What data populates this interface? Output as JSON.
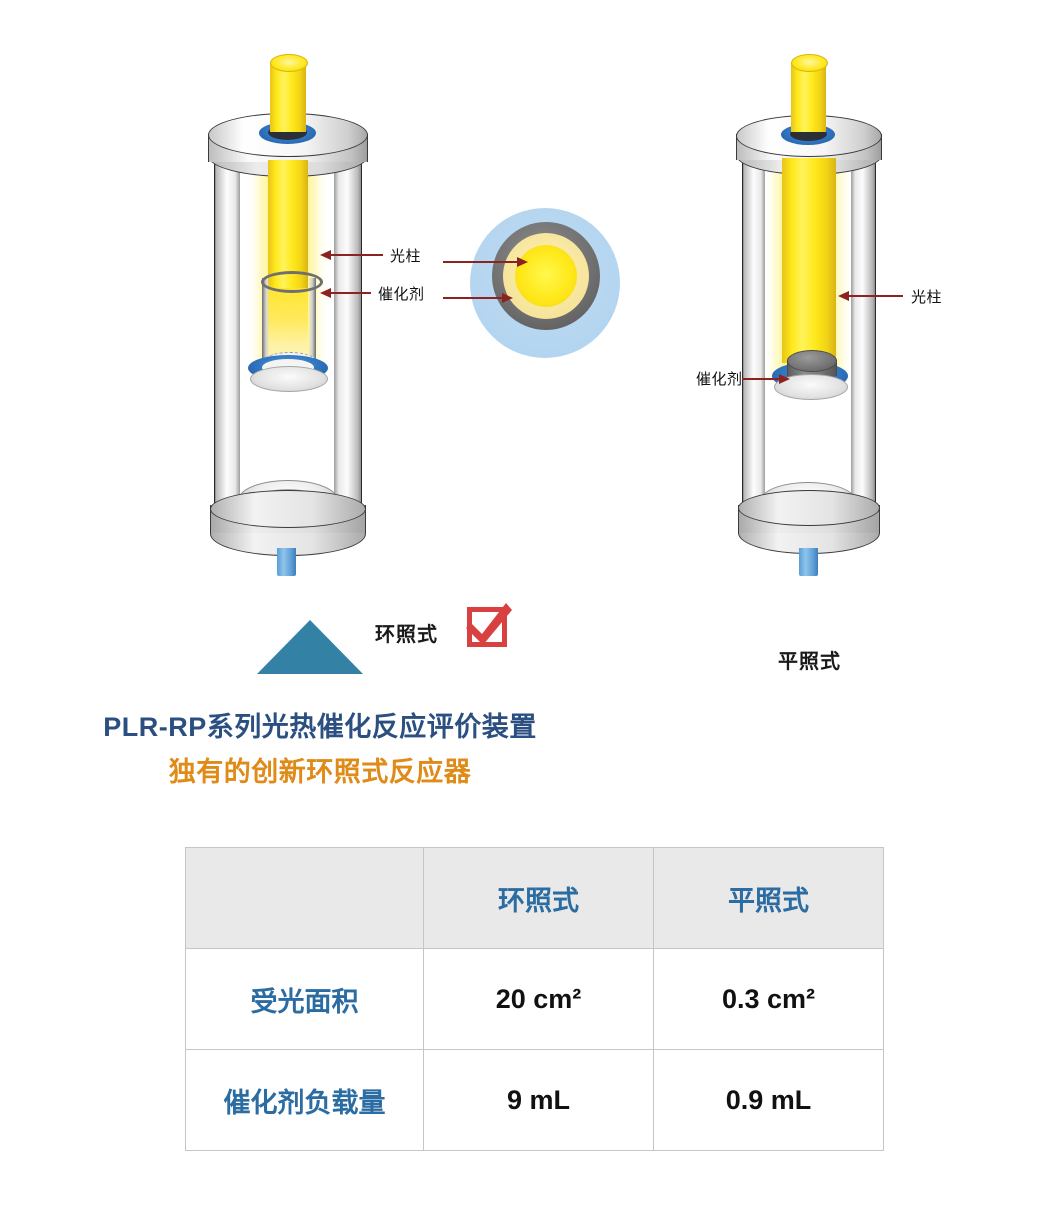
{
  "diagram": {
    "left_reactor": {
      "name": "ring-illumination-reactor",
      "labels": {
        "beam": "光柱",
        "catalyst": "催化剂"
      },
      "caption": "环照式",
      "selected": true,
      "check_icon": "checkbox-checked-icon"
    },
    "right_reactor": {
      "name": "flat-illumination-reactor",
      "labels": {
        "beam": "光柱",
        "catalyst": "催化剂"
      },
      "caption": "平照式",
      "selected": false
    },
    "cross_section": {
      "name": "reactor-cross-section",
      "rings": [
        "light-blue-vessel",
        "grey-catalyst-annulus",
        "pale-yellow-halo",
        "bright-yellow-beam"
      ]
    }
  },
  "titles": {
    "line1": "PLR-RP系列光热催化反应评价装置",
    "line2": "独有的创新环照式反应器"
  },
  "comparison_table": {
    "columns": [
      "",
      "环照式",
      "平照式"
    ],
    "rows": [
      {
        "label": "受光面积",
        "values": [
          "20 cm²",
          "0.3 cm²"
        ]
      },
      {
        "label": "催化剂负载量",
        "values": [
          "9 mL",
          "0.9 mL"
        ]
      }
    ]
  },
  "colors": {
    "title_blue": "#2a4f80",
    "title_orange": "#e08a17",
    "table_blue": "#2b6ca3",
    "beam_yellow": "#ffe81a",
    "triangle_teal": "#3382a6",
    "check_red": "#d94040",
    "arrow_dark_red": "#8b2420",
    "ring_blue": "#2f74c0",
    "header_grey": "#e9e9e9"
  }
}
